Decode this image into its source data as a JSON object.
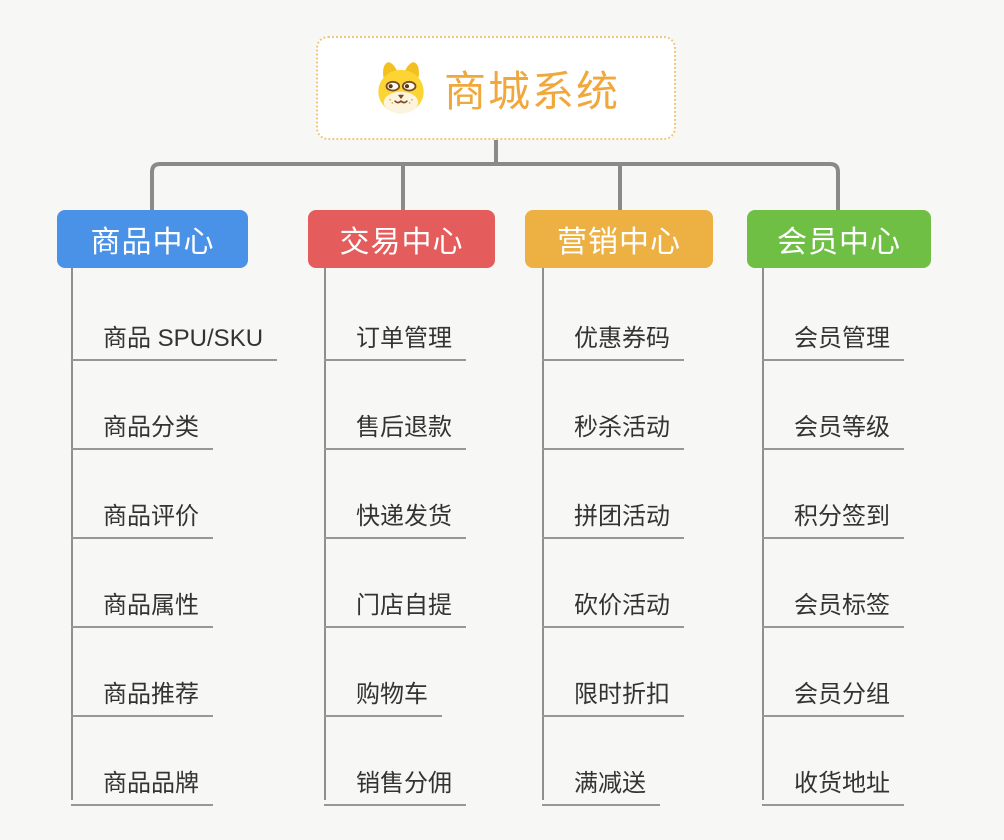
{
  "root": {
    "title": "商城系统",
    "icon": "shiba-dog-icon",
    "title_color": "#f0a83c",
    "border_color": "#f2c67e",
    "background": "#ffffff"
  },
  "branches": [
    {
      "label": "商品中心",
      "color": "#4a91e8",
      "items": [
        "商品 SPU/SKU",
        "商品分类",
        "商品评价",
        "商品属性",
        "商品推荐",
        "商品品牌"
      ]
    },
    {
      "label": "交易中心",
      "color": "#e45c5c",
      "items": [
        "订单管理",
        "售后退款",
        "快递发货",
        "门店自提",
        "购物车",
        "销售分佣"
      ]
    },
    {
      "label": "营销中心",
      "color": "#edb042",
      "items": [
        "优惠券码",
        "秒杀活动",
        "拼团活动",
        "砍价活动",
        "限时折扣",
        "满减送"
      ]
    },
    {
      "label": "会员中心",
      "color": "#6fbf45",
      "items": [
        "会员管理",
        "会员等级",
        "积分签到",
        "会员标签",
        "会员分组",
        "收货地址"
      ]
    }
  ],
  "canvas": {
    "background": "#f7f7f6",
    "connector_color": "#8a8a8a",
    "sub_line_color": "#979797",
    "item_text_color": "#333333",
    "branch_text_color": "#ffffff"
  }
}
